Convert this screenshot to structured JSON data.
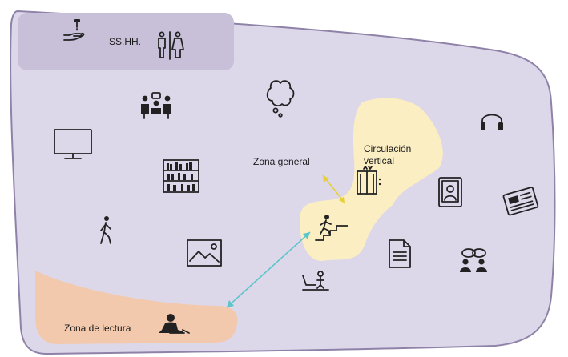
{
  "labels": {
    "restrooms": "SS.HH.",
    "circulation_line1": "Circulación",
    "circulation_line2": "vertical",
    "general_zone": "Zona general",
    "reading_zone": "Zona de lectura"
  },
  "colors": {
    "floor_fill": "#ddd7ea",
    "floor_stroke": "#8f82a8",
    "restroom_fill": "#c8c0d9",
    "circulation_fill": "#fbeec3",
    "reading_fill": "#f3c9ad",
    "arrow_yellow": "#e7cf3a",
    "arrow_cyan": "#5cc5c9"
  },
  "icons": [
    "hand-wash-icon",
    "restroom-people-icon",
    "meeting-group-icon",
    "thought-bubble-icon",
    "headphones-icon",
    "monitor-icon",
    "bookshelf-icon",
    "elevator-icon",
    "id-card-icon",
    "newspaper-icon",
    "walking-person-icon",
    "stairs-person-icon",
    "picture-icon",
    "document-icon",
    "chat-people-icon",
    "seated-person-icon",
    "reading-person-icon"
  ]
}
